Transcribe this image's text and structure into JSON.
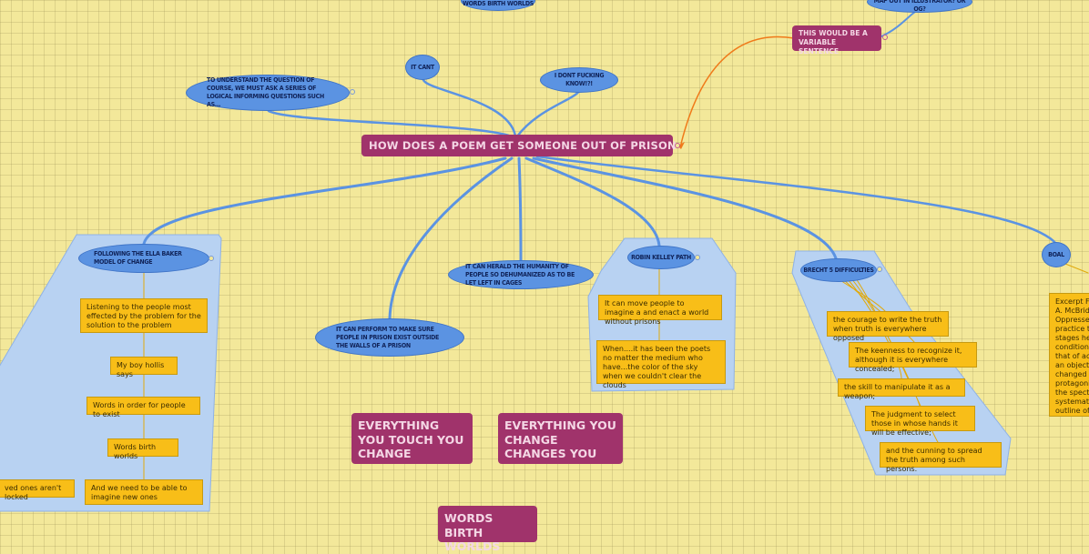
{
  "central_topic": "HOW DOES A POEM GET SOMEONE OUT OF PRISON",
  "top_nodes": {
    "words_birth_worlds_top": "WORDS BIRTH WORLDS",
    "map_out": "MAP OUT IN ILLUSTRATOR? OR OG?",
    "variable_sentence": "THIS WOULD BE A VARIABLE SENTENCE",
    "it_cant": "IT CANT",
    "i_dont_know": "I DONT FUCKING KNOW!?!",
    "to_understand": "TO UNDERSTAND THE QUESTION OF COURSE, WE MUST ASK A SERIES OF LOGICAL INFORMING QUESTIONS SUCH AS..."
  },
  "ella_baker": {
    "title": "FOLLOWING THE ELLA BAKER MODEL OF CHANGE",
    "notes": [
      "Listening to the people most effected by the problem for the solution to the problem",
      "My boy hollis says",
      "Words in order for people to exist",
      "Words birth worlds",
      "And we need to be able to imagine new ones",
      "ved ones  aren't locked"
    ]
  },
  "perform": "IT CAN PERFORM TO MAKE SURE PEOPLE IN PRISON EXIST OUTSIDE THE WALLS OF A PRISON",
  "herald": "IT CAN HERALD THE HUMANITY OF PEOPLE SO DEHUMANIZED AS TO BE LET LEFT IN CAGES",
  "robin_kelley": {
    "title": "ROBIN KELLEY PATH",
    "notes": [
      "It can move people to imagine a and enact a world without prisons",
      "When....it has been the poets no matter the medium who have...the color of the sky when we couldn't clear the clouds"
    ]
  },
  "brecht": {
    "title": "BRECHT 5 DIFFICULTIES",
    "notes": [
      "the courage  to write the truth when truth is everywhere opposed",
      "The keenness  to recognize it, although it is everywhere concealed;",
      "the skill  to manipulate it as a weapon;",
      "The judgment  to select those in whose hands it will be effective;",
      "and the cunning  to spread the truth among such persons."
    ]
  },
  "boal": {
    "title": "BOAL",
    "excerpt_lines": [
      "Excerpt Fro",
      "A. McBride.",
      "Oppressed.",
      "practice the",
      "stages he fr",
      "condition o",
      "that of acto",
      "an object ar",
      "changed fro",
      "protagonist",
      "the spectato",
      "systematize",
      "outline of fo"
    ]
  },
  "free_boxes": {
    "touch": "EVERYTHING YOU TOUCH YOU CHANGE",
    "change": "EVERYTHING YOU CHANGE CHANGES YOU",
    "words": "WORDS BIRTH WORLDS"
  },
  "colors": {
    "background": "#f3e89a",
    "topic": "#a0336b",
    "oval": "#5b93e2",
    "note": "#f8be18",
    "group": "#b8d2f2",
    "link": "#5b93e2",
    "relation": "#f07a1a"
  }
}
